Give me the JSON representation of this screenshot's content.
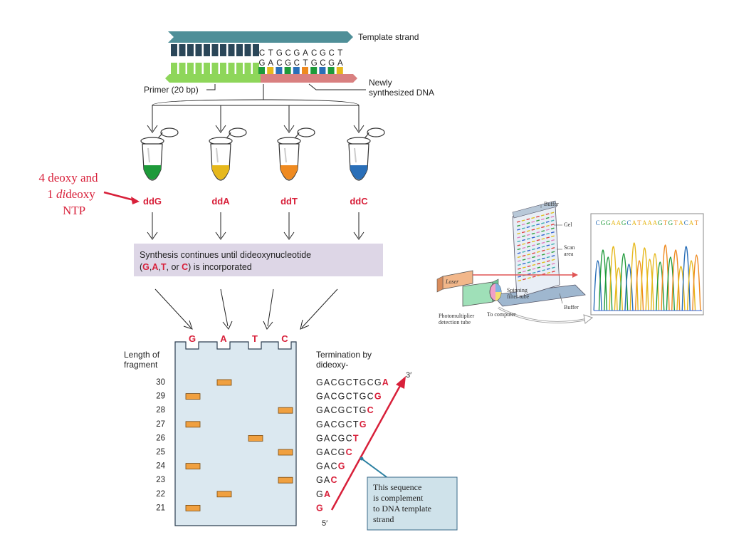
{
  "colors": {
    "red": "#d8203a",
    "ddG": "#1e9a3a",
    "ddA": "#e6b81c",
    "ddT": "#ef8a20",
    "ddC": "#2a6fb8",
    "template": "#2f6f78",
    "primer": "#7fcf4a",
    "newDNA": "#d97a7a",
    "band": "#f0a040",
    "gel": "#dbe8f0",
    "boxFill": "#ddd6e6",
    "calloutFill": "#cfe2ea"
  },
  "top": {
    "template_label": "Template strand",
    "template_seq": [
      "C",
      "T",
      "G",
      "C",
      "G",
      "A",
      "C",
      "G",
      "C",
      "T"
    ],
    "new_seq": [
      "G",
      "A",
      "C",
      "G",
      "C",
      "T",
      "G",
      "C",
      "G",
      "A"
    ],
    "primer_label": "Primer (20 bp)",
    "new_label_1": "Newly",
    "new_label_2": "synthesized DNA"
  },
  "tubes": [
    {
      "label": "ddG",
      "color_key": "ddG"
    },
    {
      "label": "ddA",
      "color_key": "ddA"
    },
    {
      "label": "ddT",
      "color_key": "ddT"
    },
    {
      "label": "ddC",
      "color_key": "ddC"
    }
  ],
  "side_note": [
    "4 deoxy and",
    "1 dideoxy",
    "NTP"
  ],
  "side_note_italic_part": "di",
  "box": {
    "line1": "Synthesis continues until dideoxynucleotide",
    "line2_pre": "(",
    "line2_g": "G",
    "line2_sep1": ",",
    "line2_a": "A",
    "line2_sep2": ",",
    "line2_t": "T",
    "line2_or": ", or ",
    "line2_c": "C",
    "line2_post": ") is incorporated"
  },
  "gel": {
    "lanes": [
      "G",
      "A",
      "T",
      "C"
    ],
    "left_label": [
      "Length of",
      "fragment"
    ],
    "right_label": [
      "Termination by",
      "dideoxy-"
    ],
    "rows": [
      {
        "len": "30",
        "lane": 1,
        "prefix": "GACGCTGCG",
        "last": "A"
      },
      {
        "len": "29",
        "lane": 0,
        "prefix": "GACGCTGC",
        "last": "G"
      },
      {
        "len": "28",
        "lane": 3,
        "prefix": "GACGCTG",
        "last": "C"
      },
      {
        "len": "27",
        "lane": 0,
        "prefix": "GACGCT",
        "last": "G"
      },
      {
        "len": "26",
        "lane": 2,
        "prefix": "GACGC",
        "last": "T"
      },
      {
        "len": "25",
        "lane": 3,
        "prefix": "GACG",
        "last": "C"
      },
      {
        "len": "24",
        "lane": 0,
        "prefix": "GAC",
        "last": "G"
      },
      {
        "len": "23",
        "lane": 3,
        "prefix": "GA",
        "last": "C"
      },
      {
        "len": "22",
        "lane": 1,
        "prefix": "G",
        "last": "A"
      },
      {
        "len": "21",
        "lane": 0,
        "prefix": "",
        "last": "G"
      }
    ],
    "three_prime": "3′",
    "five_prime": "5′"
  },
  "callout": [
    "This sequence",
    "is complement",
    "to DNA template",
    "strand"
  ],
  "machine": {
    "buffer_top": "Buffer",
    "gel": "Gel",
    "scan_1": "Scan",
    "scan_2": "area",
    "laser": "Laser",
    "spinning_1": "Spinning",
    "spinning_2": "filter tube",
    "buffer_bottom": "Buffer",
    "pmt_1": "Photomultiplier",
    "pmt_2": "detection tube",
    "computer": "To computer"
  },
  "trace_sequence": "CGGAAGCATAAAGTGTACAT"
}
